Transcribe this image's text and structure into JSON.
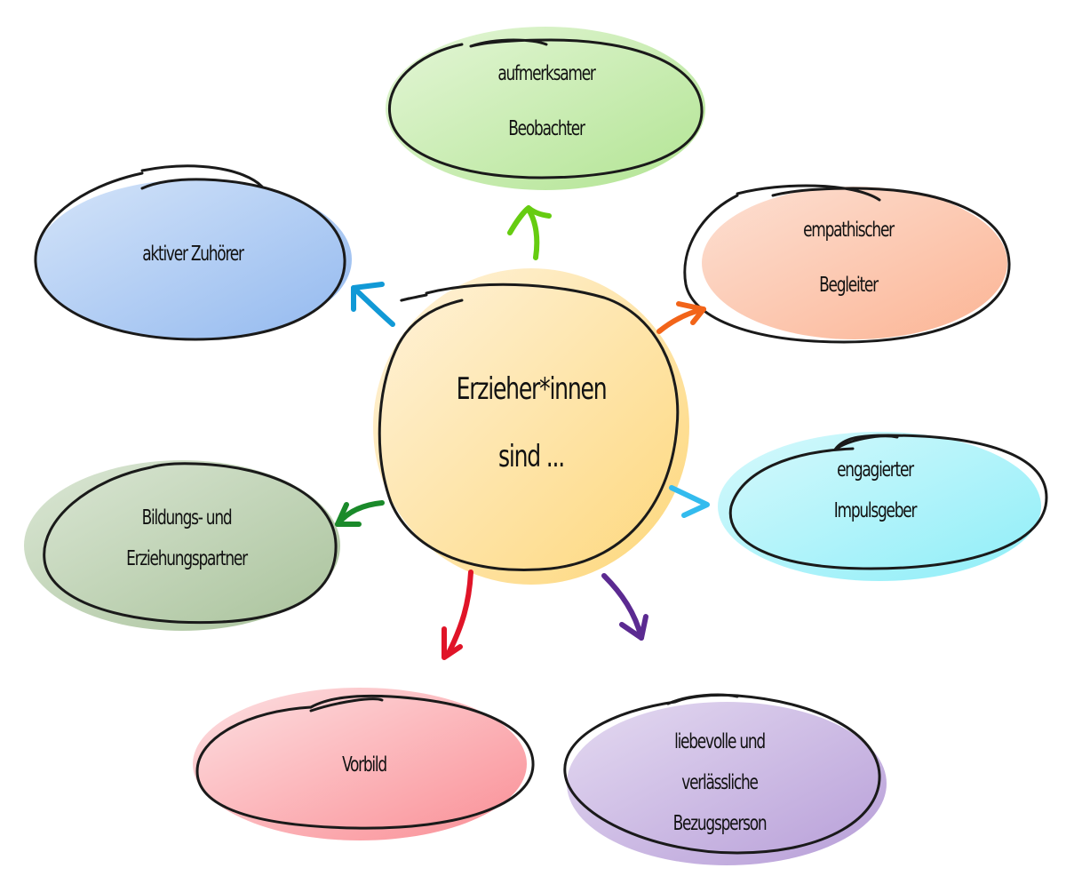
{
  "center": {
    "lines": [
      "Erzieher*innen",
      "sind ..."
    ],
    "fill": "#fde3a7"
  },
  "nodes": [
    {
      "id": "beobachter",
      "lines": [
        "aufmerksamer",
        "Beobachter"
      ],
      "fill": "#c8eab0",
      "arrow_color": "#66cc11"
    },
    {
      "id": "begleiter",
      "lines": [
        "empathischer",
        "Begleiter"
      ],
      "fill": "#fbc2a8",
      "arrow_color": "#f26419"
    },
    {
      "id": "impulsgeber",
      "lines": [
        "engagierter",
        "Impulsgeber"
      ],
      "fill": "#a6f1f7",
      "arrow_color": "#33bbee"
    },
    {
      "id": "bezugsperson",
      "lines": [
        "liebevolle und",
        "verlässliche",
        "Bezugsperson"
      ],
      "fill": "#c9b5e0",
      "arrow_color": "#5b2a91"
    },
    {
      "id": "vorbild",
      "lines": [
        "Vorbild"
      ],
      "fill": "#fba3a8",
      "arrow_color": "#e01428"
    },
    {
      "id": "partner",
      "lines": [
        "Bildungs- und",
        "Erziehungspartner"
      ],
      "fill": "#b7ccab",
      "arrow_color": "#1a8a2a"
    },
    {
      "id": "zuhoerer",
      "lines": [
        "aktiver Zuhörer"
      ],
      "fill": "#a9c8f2",
      "arrow_color": "#1199d6"
    }
  ]
}
